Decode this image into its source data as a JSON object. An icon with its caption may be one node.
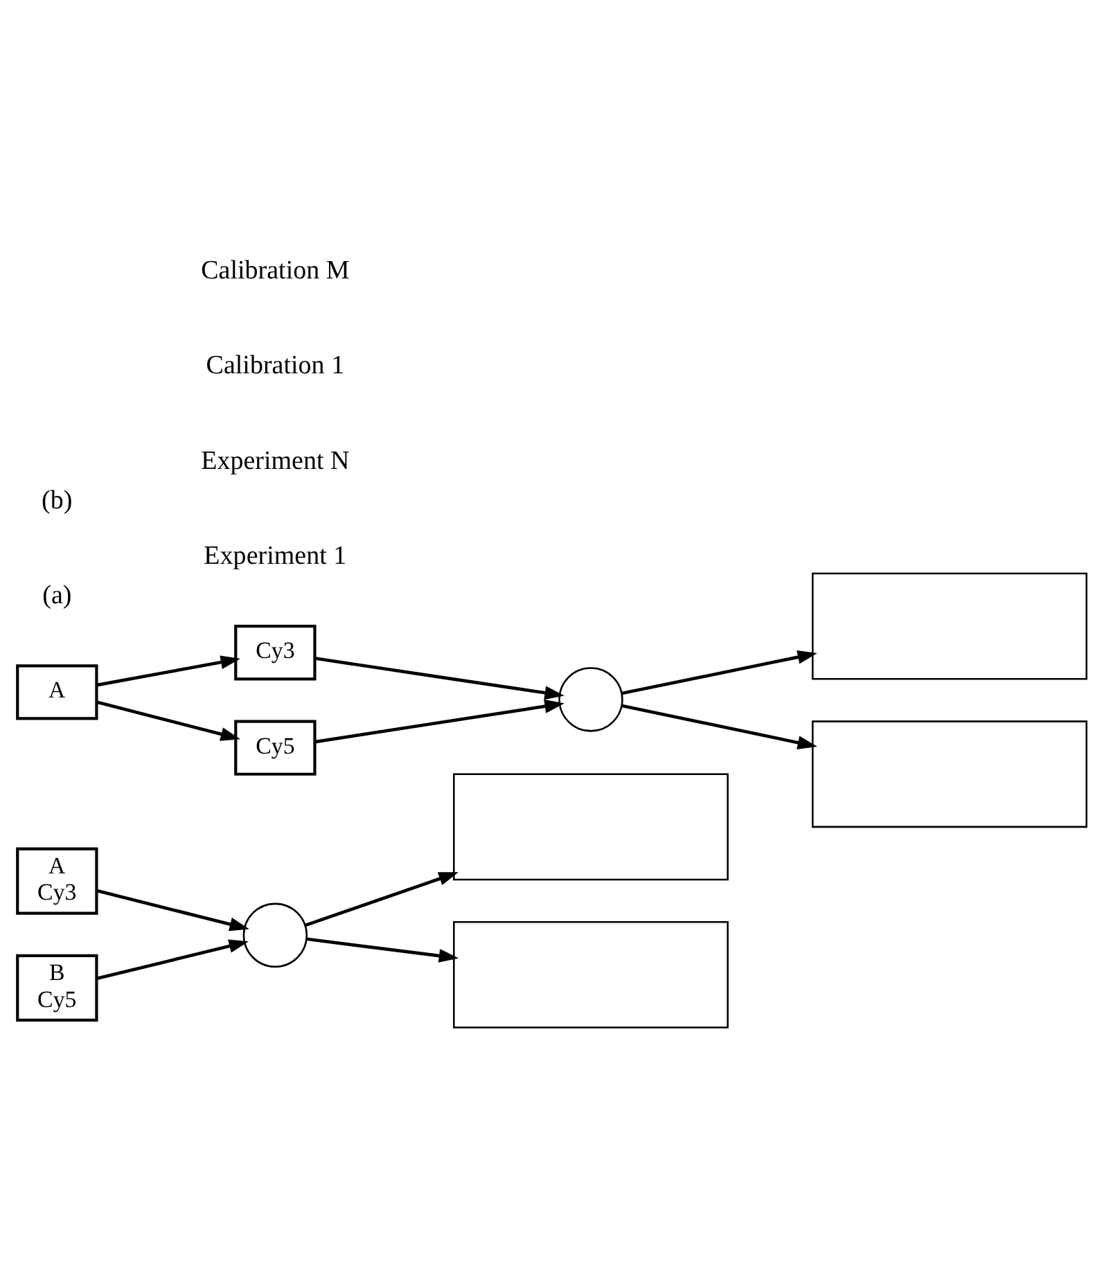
{
  "diagram": {
    "nodes": [
      {
        "text": [
          "A",
          "Cy3"
        ]
      },
      {
        "text": [
          "B",
          "Cy5"
        ]
      },
      {
        "text": [],
        "shape": "circle"
      },
      {
        "text": [],
        "shape": "box"
      },
      {
        "text": [],
        "shape": "box"
      },
      {
        "text": [
          "A"
        ]
      },
      {
        "text": [
          "Cy3"
        ]
      },
      {
        "text": [
          "Cy5"
        ]
      },
      {
        "text": [],
        "shape": "circle"
      },
      {
        "text": [],
        "shape": "box"
      },
      {
        "text": [],
        "shape": "box"
      }
    ],
    "edges": [
      {
        "from": 0,
        "to": 2,
        "arrow": "to"
      },
      {
        "from": 1,
        "to": 2,
        "arrow": "to"
      },
      {
        "from": 2,
        "to": 3,
        "arrow": "to"
      },
      {
        "from": 2,
        "to": 4,
        "arrow": "to"
      },
      {
        "from": 5,
        "to": 6,
        "arrow": "to"
      },
      {
        "from": 5,
        "to": 7,
        "arrow": "to"
      },
      {
        "from": 6,
        "to": 8,
        "arrow": "to"
      },
      {
        "from": 7,
        "to": 8,
        "arrow": "to"
      },
      {
        "from": 8,
        "to": 9,
        "arrow": "to"
      },
      {
        "from": 8,
        "to": 10,
        "arrow": "to"
      }
    ],
    "labels": [
      "(a)",
      "Experiment N",
      "Experiment 1",
      "(b)",
      "Calibration M",
      "Calibration 1"
    ]
  }
}
